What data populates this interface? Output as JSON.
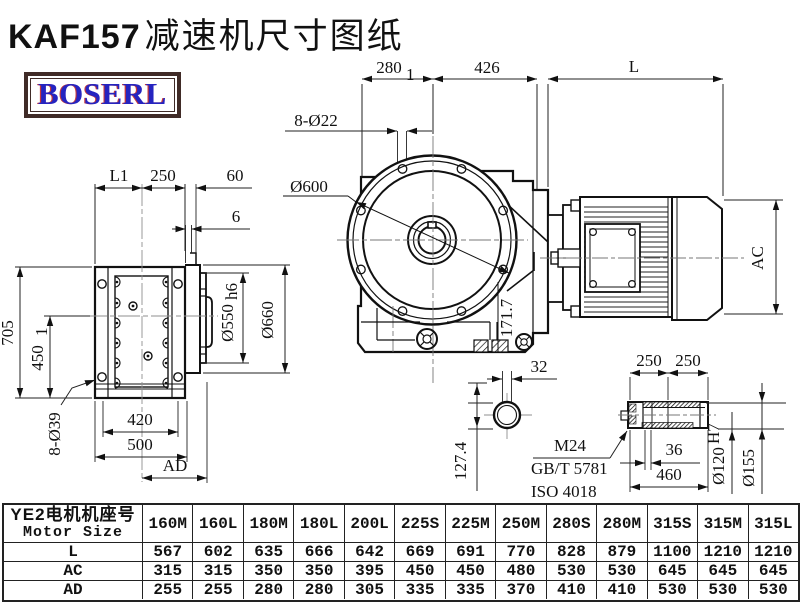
{
  "title": {
    "model": "KAF157",
    "suffix": "减速机尺寸图纸"
  },
  "brand": "BOSERL",
  "drawing": {
    "top": {
      "a": "280",
      "a_tol": "1",
      "b": "426",
      "c": "L"
    },
    "front": {
      "holes": "8-Ø22",
      "flange": "Ø600",
      "depth": "171.7"
    },
    "side": {
      "l1": "L1",
      "w250": "250",
      "w60": "60",
      "t6": "6",
      "h705": "705",
      "h450": "450",
      "h450_tol": "1",
      "holes": "8-Ø39",
      "w420": "420",
      "w500": "500",
      "ad": "AD",
      "spigot": "Ø550",
      "spigot_fit": "h6",
      "flange": "Ø660"
    },
    "motor": {
      "ac": "AC"
    },
    "pivot": {
      "w32": "32",
      "h127": "127.4"
    },
    "shaft": {
      "p250": "250",
      "len36": "36",
      "len460": "460",
      "bore": "Ø120",
      "bore_fit": "H7",
      "od": "Ø155",
      "thread": "M24",
      "std1": "GB/T 5781",
      "std2": "ISO 4018"
    }
  },
  "table": {
    "header_cn": "YE2电机机座号",
    "header_en": "Motor Size",
    "columns": [
      "160M",
      "160L",
      "180M",
      "180L",
      "200L",
      "225S",
      "225M",
      "250M",
      "280S",
      "280M",
      "315S",
      "315M",
      "315L"
    ],
    "rows": [
      {
        "label": "L",
        "values": [
          "567",
          "602",
          "635",
          "666",
          "642",
          "669",
          "691",
          "770",
          "828",
          "879",
          "1100",
          "1210",
          "1210"
        ]
      },
      {
        "label": "AC",
        "values": [
          "315",
          "315",
          "350",
          "350",
          "395",
          "450",
          "450",
          "480",
          "530",
          "530",
          "645",
          "645",
          "645"
        ]
      },
      {
        "label": "AD",
        "values": [
          "255",
          "255",
          "280",
          "280",
          "305",
          "335",
          "335",
          "370",
          "410",
          "410",
          "530",
          "530",
          "530"
        ]
      }
    ]
  }
}
